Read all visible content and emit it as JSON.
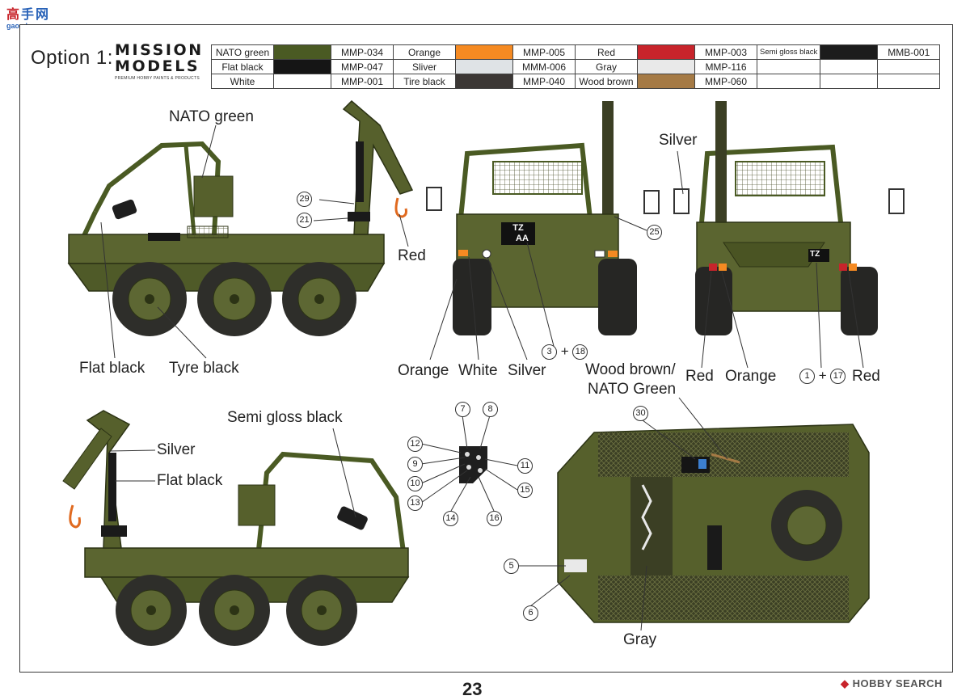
{
  "watermark": {
    "text": "gao.shou.com"
  },
  "header": {
    "option_title": "Option 1:",
    "brand_line1": "MISSION",
    "brand_line2": "MODELS",
    "brand_tagline": "PREMIUM HOBBY PAINTS & PRODUCTS"
  },
  "paint_table": {
    "rows": [
      [
        {
          "name": "NATO green",
          "color": "#4a5a23",
          "code": "MMP-034"
        },
        {
          "name": "Orange",
          "color": "#f58a22",
          "code": "MMP-005"
        },
        {
          "name": "Red",
          "color": "#c8242b",
          "code": "MMP-003"
        },
        {
          "name": "Semi gloss black",
          "color": "#1c1c1c",
          "code": "MMB-001"
        }
      ],
      [
        {
          "name": "Flat black",
          "color": "#151515",
          "code": "MMP-047"
        },
        {
          "name": "Sliver",
          "color": "#dfe3e6",
          "code": "MMM-006"
        },
        {
          "name": "Gray",
          "color": "#e9e9e9",
          "code": "MMP-116"
        },
        {
          "name": "",
          "color": "#ffffff",
          "code": ""
        }
      ],
      [
        {
          "name": "White",
          "color": "#ffffff",
          "code": "MMP-001"
        },
        {
          "name": "Tire black",
          "color": "#3b3735",
          "code": "MMP-040"
        },
        {
          "name": "Wood brown",
          "color": "#a57a45",
          "code": "MMP-060"
        },
        {
          "name": "",
          "color": "#ffffff",
          "code": ""
        }
      ]
    ]
  },
  "callouts": {
    "nato_green": "NATO green",
    "red_crane": "Red",
    "flat_black_left": "Flat black",
    "tyre_black": "Tyre black",
    "silver_top": "Silver",
    "orange_front": "Orange",
    "white_front": "White",
    "silver_front": "Silver",
    "wood_brown": "Wood brown/",
    "nato_green2": "NATO Green",
    "red_rear_left": "Red",
    "orange_rear": "Orange",
    "red_rear_right": "Red",
    "semi_gloss_black": "Semi gloss black",
    "silver_crane": "Silver",
    "flat_black_crane": "Flat black",
    "gray": "Gray",
    "plus": "+"
  },
  "decal_numbers": {
    "n29": "29",
    "n21": "21",
    "n25": "25",
    "n3": "3",
    "n18": "18",
    "n1": "1",
    "n17": "17",
    "n7": "7",
    "n8": "8",
    "n12": "12",
    "n9": "9",
    "n10": "10",
    "n13": "13",
    "n14": "14",
    "n16": "16",
    "n11": "11",
    "n15": "15",
    "n30": "30",
    "n5": "5",
    "n6": "6"
  },
  "plates": {
    "front": "TZ",
    "front2": "AA",
    "rear": "TZ"
  },
  "footer": {
    "page_number": "23",
    "watermark": "HOBBY SEARCH"
  }
}
